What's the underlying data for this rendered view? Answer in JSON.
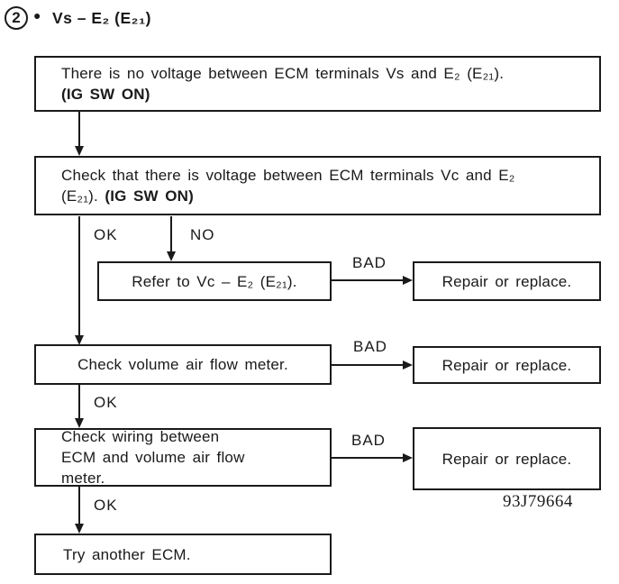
{
  "colors": {
    "ink": "#1a1a1a",
    "paper": "#ffffff"
  },
  "header": {
    "step_number": "2",
    "bullet": "●",
    "title": "Vs – E₂ (E₂₁)"
  },
  "labels": {
    "ok": "OK",
    "no": "NO",
    "bad": "BAD"
  },
  "flowchart": {
    "no_voltage_box": {
      "text": "There is no voltage between ECM terminals Vs and E₂ (E₂₁).",
      "condition": "(IG SW ON)"
    },
    "check_voltage_box": {
      "text": "Check that there is voltage between ECM terminals Vc and E₂ (E₂₁).",
      "condition": "(IG SW ON)"
    },
    "refer_box": {
      "text": "Refer to Vc – E₂ (E₂₁)."
    },
    "check_airflow_box": {
      "text": "Check volume air flow meter."
    },
    "check_wiring_box": {
      "text": "Check wiring between ECM and volume air flow meter."
    },
    "try_ecm_box": {
      "text": "Try another ECM."
    },
    "repair_boxes": [
      "Repair or replace.",
      "Repair or replace.",
      "Repair or replace."
    ],
    "doc_number": "93J79664"
  }
}
